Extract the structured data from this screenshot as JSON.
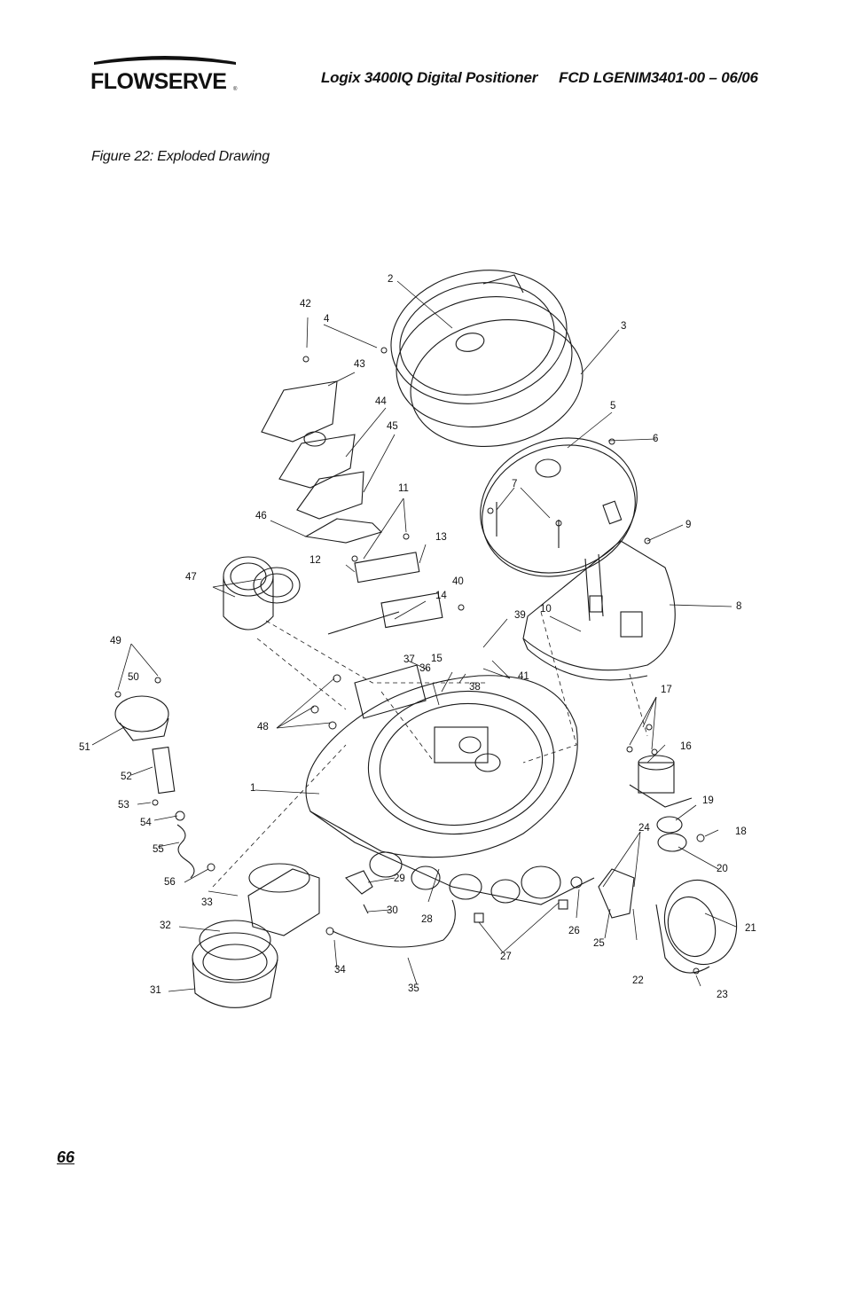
{
  "header": {
    "logo_text": "FLOWSERVE",
    "product_title": "Logix 3400IQ Digital Positioner",
    "document_code": "FCD LGENIM3401-00 – 06/06"
  },
  "figure": {
    "caption": "Figure 22: Exploded Drawing",
    "callouts": [
      "1",
      "2",
      "3",
      "4",
      "5",
      "6",
      "7",
      "8",
      "9",
      "10",
      "11",
      "12",
      "13",
      "14",
      "15",
      "16",
      "17",
      "18",
      "19",
      "20",
      "21",
      "22",
      "23",
      "24",
      "25",
      "26",
      "27",
      "28",
      "29",
      "30",
      "31",
      "32",
      "33",
      "34",
      "35",
      "36",
      "37",
      "38",
      "39",
      "40",
      "41",
      "42",
      "43",
      "44",
      "45",
      "46",
      "47",
      "48",
      "49",
      "50",
      "51",
      "52",
      "53",
      "54",
      "55",
      "56"
    ]
  },
  "footer": {
    "page_number": "66"
  },
  "colors": {
    "line": "#1a1a1a",
    "shade": "#9a9a9a",
    "paper": "#ffffff"
  }
}
